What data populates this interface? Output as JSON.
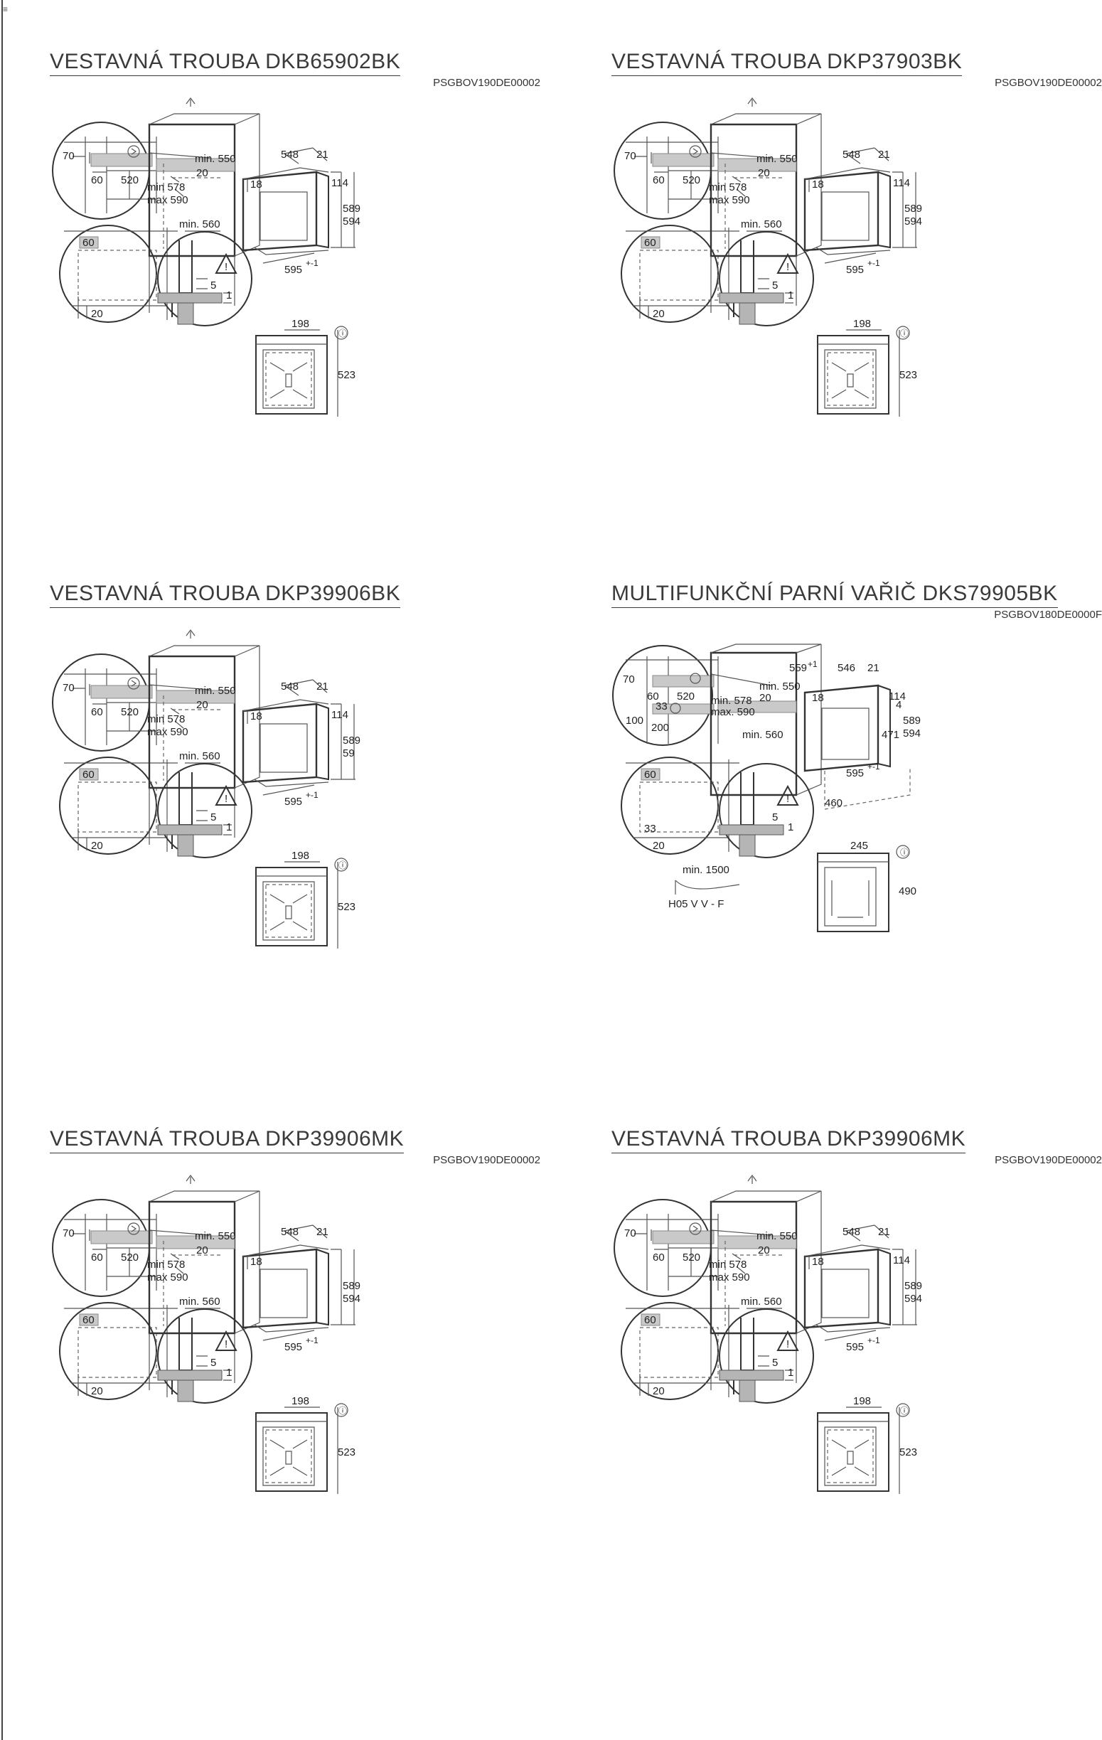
{
  "page": {
    "corner_mark": "≡"
  },
  "panels": [
    {
      "title": "VESTAVNÁ TROUBA DKB65902BK",
      "code": "PSGBOV190DE00002",
      "variant": "oven",
      "labels": {
        "d70": "70",
        "d60": "60",
        "d520": "520",
        "min550": "min. 550",
        "d20": "20",
        "min578": "min 578",
        "max590": "max 590",
        "min560": "min. 560",
        "d548": "548",
        "d21": "21",
        "d18": "18",
        "d114": "114",
        "d589": "589",
        "d594": "594",
        "d595": "595",
        "tol": "+-1",
        "b60": "60",
        "b20": "20",
        "d5": "5",
        "d1": "1",
        "d198": "198",
        "d523": "523"
      }
    },
    {
      "title": "VESTAVNÁ TROUBA DKP37903BK",
      "code": "PSGBOV190DE00002",
      "variant": "oven",
      "labels": {
        "d70": "70",
        "d60": "60",
        "d520": "520",
        "min550": "min. 550",
        "d20": "20",
        "min578": "min 578",
        "max590": "max 590",
        "min560": "min. 560",
        "d548": "548",
        "d21": "21",
        "d18": "18",
        "d114": "114",
        "d589": "589",
        "d594": "594",
        "d595": "595",
        "tol": "+-1",
        "b60": "60",
        "b20": "20",
        "d5": "5",
        "d1": "1",
        "d198": "198",
        "d523": "523"
      }
    },
    {
      "title": "VESTAVNÁ TROUBA DKP39906BK",
      "code": "",
      "variant": "oven",
      "labels": {
        "d70": "70",
        "d60": "60",
        "d520": "520",
        "min550": "min. 550",
        "d20": "20",
        "min578": "min 578",
        "max590": "max 590",
        "min560": "min. 560",
        "d548": "548",
        "d21": "21",
        "d18": "18",
        "d114": "114",
        "d589": "589",
        "d594": "59",
        "d595": "595",
        "tol": "+-1",
        "b60": "60",
        "b20": "20",
        "d5": "5",
        "d1": "1",
        "d198": "198",
        "d523": "523"
      }
    },
    {
      "title": "MULTIFUNKČNÍ PARNÍ VAŘIČ DKS79905BK",
      "code": "PSGBOV180DE0000F",
      "variant": "steam",
      "labels": {
        "d70": "70",
        "d60": "60",
        "d520": "520",
        "d33": "33",
        "d100": "100",
        "d200": "200",
        "min550": "min. 550",
        "d20": "20",
        "min578": "min. 578",
        "max590": "max. 590",
        "min560": "min. 560",
        "d559": "559",
        "tol559": "+1",
        "d546": "546",
        "d21": "21",
        "d18": "18",
        "d114": "114",
        "d4": "4",
        "d589": "589",
        "d594": "594",
        "d471": "471",
        "d595": "595",
        "tol": "+-1",
        "d460": "460",
        "b60": "60",
        "b33": "33",
        "b20": "20",
        "d5": "5",
        "d1": "1",
        "d245": "245",
        "d490": "490",
        "cable_min": "min. 1500",
        "cable_type": "H05 V V - F"
      }
    },
    {
      "title": "VESTAVNÁ TROUBA DKP39906MK",
      "code": "PSGBOV190DE00002",
      "variant": "oven",
      "labels": {
        "d70": "70",
        "d60": "60",
        "d520": "520",
        "min550": "min. 550",
        "d20": "20",
        "min578": "min 578",
        "max590": "max 590",
        "min560": "min. 560",
        "d548": "548",
        "d21": "21",
        "d18": "18",
        "d114": "",
        "d589": "589",
        "d594": "594",
        "d595": "595",
        "tol": "+-1",
        "b60": "60",
        "b20": "20",
        "d5": "5",
        "d1": "1",
        "d198": "198",
        "d523": "523"
      }
    },
    {
      "title": "VESTAVNÁ TROUBA DKP39906MK",
      "code": "PSGBOV190DE00002",
      "variant": "oven",
      "labels": {
        "d70": "70",
        "d60": "60",
        "d520": "520",
        "min550": "min. 550",
        "d20": "20",
        "min578": "min 578",
        "max590": "max 590",
        "min560": "min. 560",
        "d548": "548",
        "d21": "21",
        "d18": "18",
        "d114": "114",
        "d589": "589",
        "d594": "594",
        "d595": "595",
        "tol": "+-1",
        "b60": "60",
        "b20": "20",
        "d5": "5",
        "d1": "1",
        "d198": "198",
        "d523": "523"
      }
    }
  ]
}
